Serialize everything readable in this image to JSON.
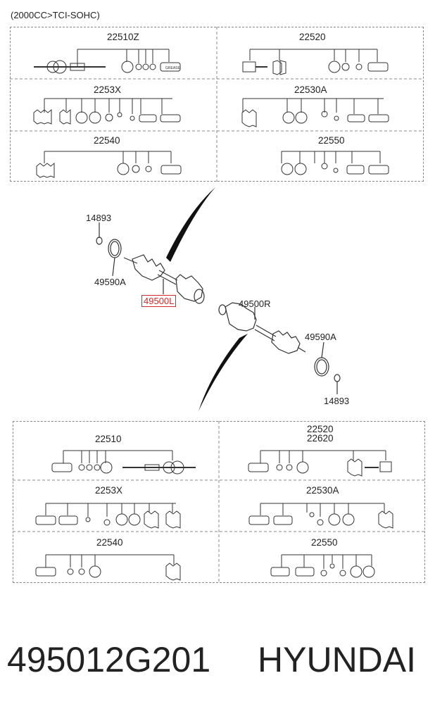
{
  "header": {
    "engine": "(2000CC>TCI-SOHC)"
  },
  "top_kits": [
    "22510Z",
    "22520",
    "2253X",
    "22530A",
    "22540",
    "22550"
  ],
  "shafts": {
    "left": {
      "part": "49500L",
      "boot_ring": "49590A",
      "clip": "14893"
    },
    "right": {
      "part": "49500R",
      "boot_ring": "49590A",
      "clip": "14893"
    }
  },
  "bottom_kits": [
    {
      "lines": [
        "22510"
      ]
    },
    {
      "lines": [
        "22520",
        "22620"
      ]
    },
    {
      "lines": [
        "2253X"
      ]
    },
    {
      "lines": [
        "22530A"
      ]
    },
    {
      "lines": [
        "22540"
      ]
    },
    {
      "lines": [
        "22550"
      ]
    }
  ],
  "grease_label": "GREASE",
  "footer": {
    "part_number": "495012G201",
    "brand": "HYUNDAI"
  }
}
